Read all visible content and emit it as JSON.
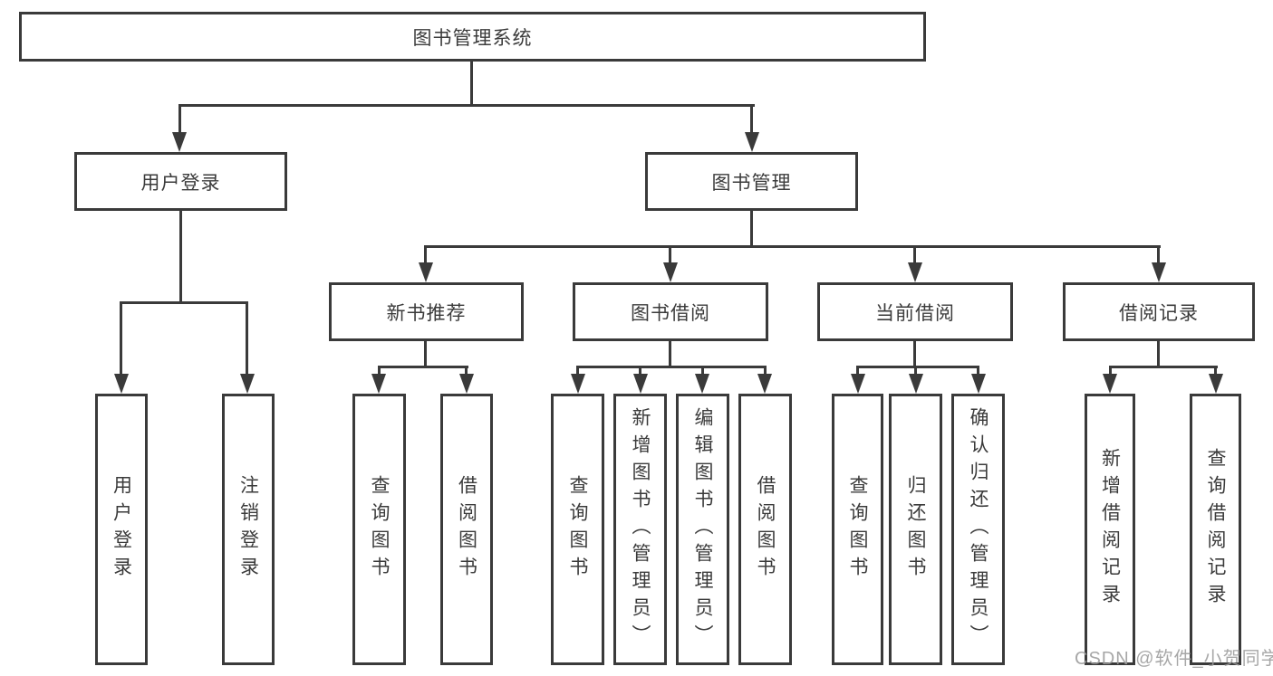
{
  "diagram_type": "tree",
  "hierarchy": {
    "label": "图书管理系统",
    "children": [
      {
        "label": "用户登录",
        "children": [
          {
            "label": "用户登录"
          },
          {
            "label": "注销登录"
          }
        ]
      },
      {
        "label": "图书管理",
        "children": [
          {
            "label": "新书推荐",
            "children": [
              {
                "label": "查询图书"
              },
              {
                "label": "借阅图书"
              }
            ]
          },
          {
            "label": "图书借阅",
            "children": [
              {
                "label": "查询图书"
              },
              {
                "label": "新增图书（管理员）"
              },
              {
                "label": "编辑图书（管理员）"
              },
              {
                "label": "借阅图书"
              }
            ]
          },
          {
            "label": "当前借阅",
            "children": [
              {
                "label": "查询图书"
              },
              {
                "label": "归还图书"
              },
              {
                "label": "确认归还（管理员）"
              }
            ]
          },
          {
            "label": "借阅记录",
            "children": [
              {
                "label": "新增借阅记录"
              },
              {
                "label": "查询借阅记录"
              }
            ]
          }
        ]
      }
    ]
  },
  "watermark": {
    "text": "CSDN @软件_小贺同学"
  },
  "colors": {
    "line": "#3a3a3a",
    "text": "#3b3b3b",
    "background": "#ffffff",
    "watermark": "#9b9b9b"
  }
}
